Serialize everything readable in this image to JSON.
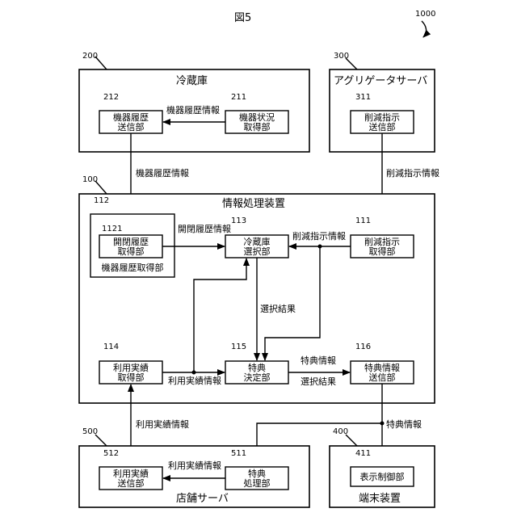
{
  "figure": {
    "title": "図5",
    "ref": "1000"
  },
  "blocks": {
    "refrigerator": {
      "ref": "200",
      "title": "冷蔵庫"
    },
    "aggregator": {
      "ref": "300",
      "title": "アグリゲータサーバ"
    },
    "info_device": {
      "ref": "100",
      "title": "情報処理装置"
    },
    "store_server": {
      "ref": "500",
      "title": "店舗サーバ"
    },
    "terminal": {
      "ref": "400",
      "title": "端末装置"
    },
    "history_acquisition": {
      "ref": "112",
      "label": "機器履歴取得部"
    }
  },
  "units": {
    "u212": {
      "ref": "212",
      "line1": "機器履歴",
      "line2": "送信部"
    },
    "u211": {
      "ref": "211",
      "line1": "機器状況",
      "line2": "取得部"
    },
    "u311": {
      "ref": "311",
      "line1": "削減指示",
      "line2": "送信部"
    },
    "u1121": {
      "ref": "1121",
      "line1": "開閉履歴",
      "line2": "取得部"
    },
    "u113": {
      "ref": "113",
      "line1": "冷蔵庫",
      "line2": "選択部"
    },
    "u111": {
      "ref": "111",
      "line1": "削減指示",
      "line2": "取得部"
    },
    "u114": {
      "ref": "114",
      "line1": "利用実績",
      "line2": "取得部"
    },
    "u115": {
      "ref": "115",
      "line1": "特典",
      "line2": "決定部"
    },
    "u116": {
      "ref": "116",
      "line1": "特典情報",
      "line2": "送信部"
    },
    "u512": {
      "ref": "512",
      "line1": "利用実績",
      "line2": "送信部"
    },
    "u511": {
      "ref": "511",
      "line1": "特典",
      "line2": "処理部"
    },
    "u411": {
      "ref": "411",
      "line1": "表示制御部"
    }
  },
  "flows": {
    "history_inner": "機器履歴情報",
    "history_outer": "機器履歴情報",
    "reduction_outer": "削減指示情報",
    "reduction_inner": "削減指示情報",
    "open_close": "開閉履歴情報",
    "selection_result_mid": "選択結果",
    "usage_inner": "利用実績情報",
    "benefit_info": "特典情報",
    "selection_result_low": "選択結果",
    "usage_outer": "利用実績情報",
    "benefit_outer": "特典情報",
    "usage_store": "利用実績情報"
  }
}
